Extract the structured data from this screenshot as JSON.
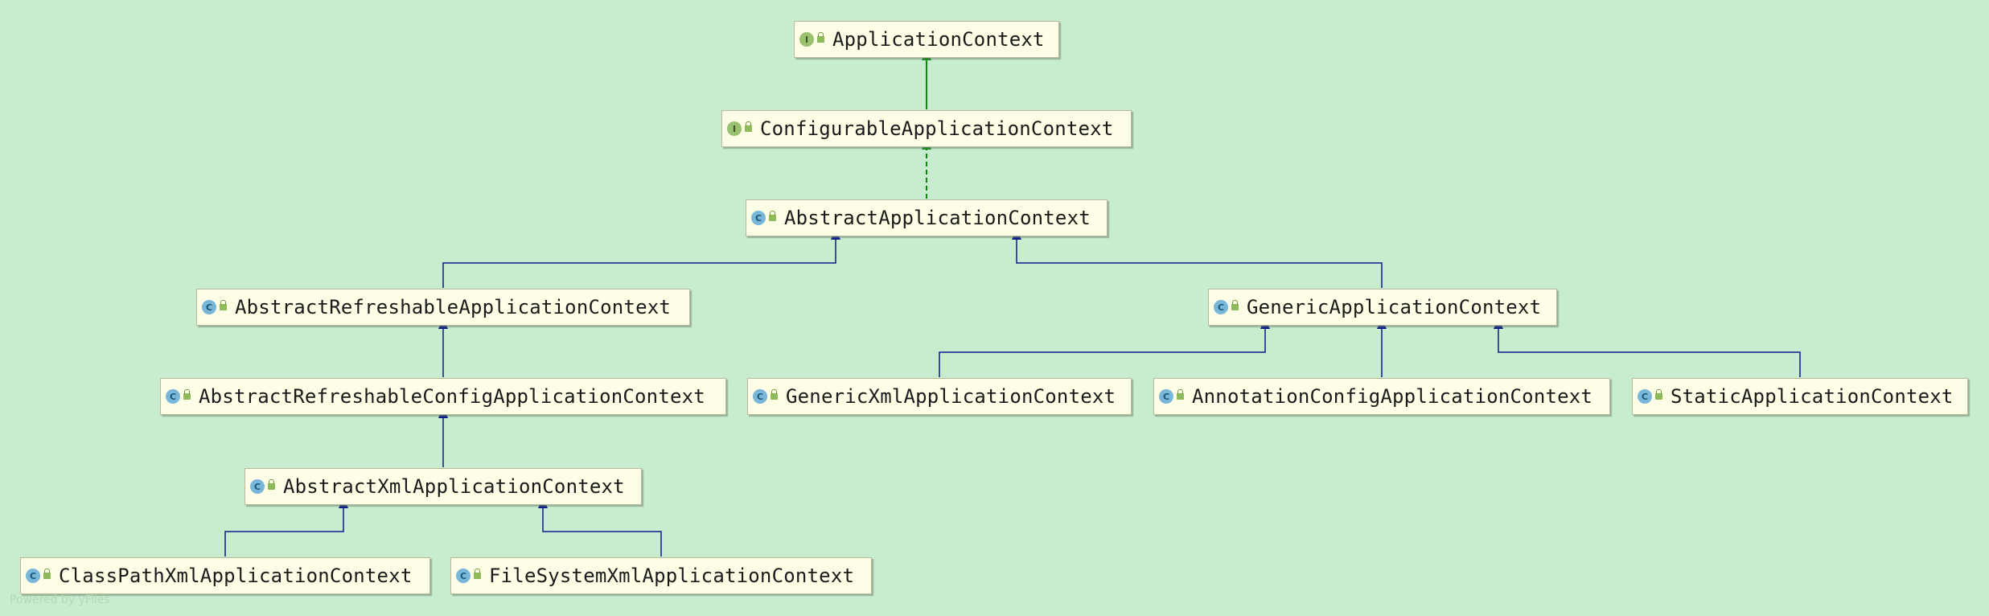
{
  "diagram": {
    "background": "#c8ecce",
    "edge_colors": {
      "interface_extends": "#0a8a0a",
      "class_implements": "#0a8a0a",
      "class_extends": "#0a1a8a"
    },
    "nodes": [
      {
        "id": "n0",
        "label": "ApplicationContext",
        "kind": "interface",
        "kind_letter": "I",
        "icon": "interface-icon"
      },
      {
        "id": "n1",
        "label": "ConfigurableApplicationContext",
        "kind": "interface",
        "kind_letter": "I",
        "icon": "interface-icon"
      },
      {
        "id": "n2",
        "label": "AbstractApplicationContext",
        "kind": "class",
        "kind_letter": "C",
        "icon": "abstract-class-icon"
      },
      {
        "id": "n3",
        "label": "AbstractRefreshableApplicationContext",
        "kind": "class",
        "kind_letter": "C",
        "icon": "abstract-class-icon"
      },
      {
        "id": "n4",
        "label": "GenericApplicationContext",
        "kind": "class",
        "kind_letter": "C",
        "icon": "class-icon"
      },
      {
        "id": "n5",
        "label": "AbstractRefreshableConfigApplicationContext",
        "kind": "class",
        "kind_letter": "C",
        "icon": "abstract-class-icon"
      },
      {
        "id": "n6",
        "label": "GenericXmlApplicationContext",
        "kind": "class",
        "kind_letter": "C",
        "icon": "class-icon"
      },
      {
        "id": "n7",
        "label": "AnnotationConfigApplicationContext",
        "kind": "class",
        "kind_letter": "C",
        "icon": "class-icon"
      },
      {
        "id": "n8",
        "label": "StaticApplicationContext",
        "kind": "class",
        "kind_letter": "C",
        "icon": "class-icon"
      },
      {
        "id": "n9",
        "label": "AbstractXmlApplicationContext",
        "kind": "class",
        "kind_letter": "C",
        "icon": "abstract-class-icon"
      },
      {
        "id": "n10",
        "label": "ClassPathXmlApplicationContext",
        "kind": "class",
        "kind_letter": "C",
        "icon": "class-icon"
      },
      {
        "id": "n11",
        "label": "FileSystemXmlApplicationContext",
        "kind": "class",
        "kind_letter": "C",
        "icon": "class-icon"
      }
    ],
    "edges": [
      {
        "from": "n1",
        "to": "n0",
        "type": "extends",
        "style": "solid",
        "color": "#0a8a0a"
      },
      {
        "from": "n2",
        "to": "n1",
        "type": "implements",
        "style": "dashed",
        "color": "#0a8a0a"
      },
      {
        "from": "n3",
        "to": "n2",
        "type": "extends",
        "style": "solid",
        "color": "#0a1a8a"
      },
      {
        "from": "n4",
        "to": "n2",
        "type": "extends",
        "style": "solid",
        "color": "#0a1a8a"
      },
      {
        "from": "n5",
        "to": "n3",
        "type": "extends",
        "style": "solid",
        "color": "#0a1a8a"
      },
      {
        "from": "n9",
        "to": "n5",
        "type": "extends",
        "style": "solid",
        "color": "#0a1a8a"
      },
      {
        "from": "n6",
        "to": "n4",
        "type": "extends",
        "style": "solid",
        "color": "#0a1a8a"
      },
      {
        "from": "n7",
        "to": "n4",
        "type": "extends",
        "style": "solid",
        "color": "#0a1a8a"
      },
      {
        "from": "n8",
        "to": "n4",
        "type": "extends",
        "style": "solid",
        "color": "#0a1a8a"
      },
      {
        "from": "n10",
        "to": "n9",
        "type": "extends",
        "style": "solid",
        "color": "#0a1a8a"
      },
      {
        "from": "n11",
        "to": "n9",
        "type": "extends",
        "style": "solid",
        "color": "#0a1a8a"
      }
    ],
    "watermark": "Powered by yFiles"
  }
}
